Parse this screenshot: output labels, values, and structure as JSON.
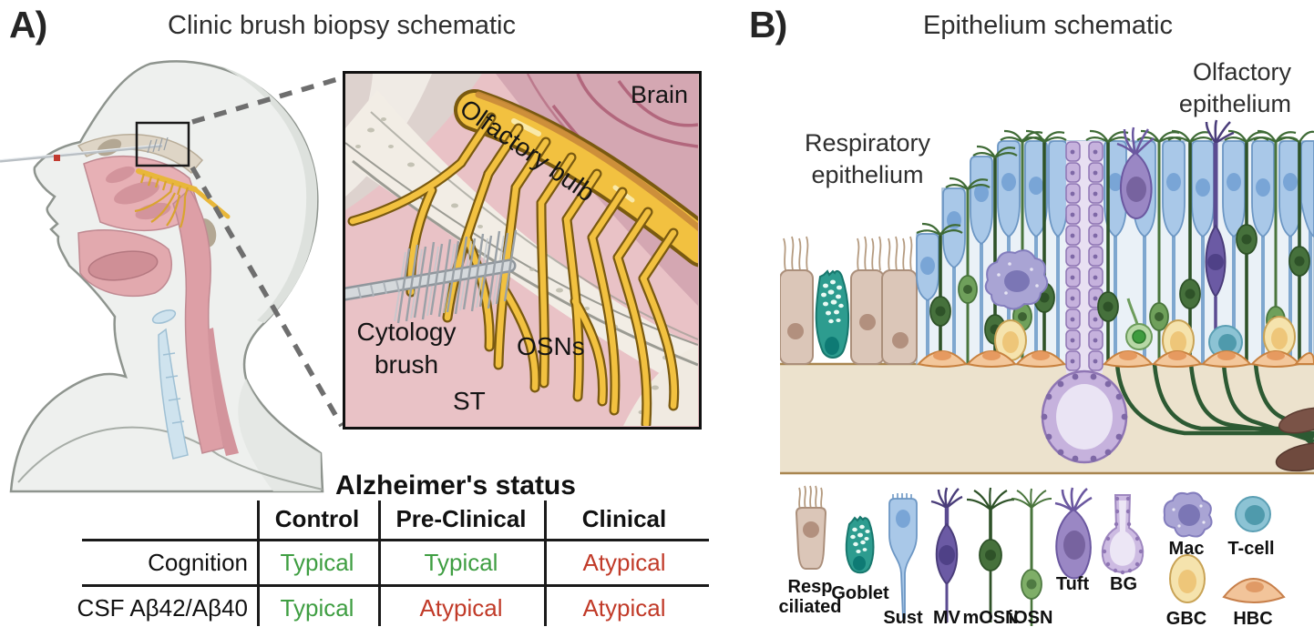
{
  "panelA": {
    "tag": "A)",
    "title": "Clinic brush biopsy schematic",
    "inset": {
      "brain": "Brain",
      "olfactory_bulb": "Olfactory bulb",
      "cytology_brush": "Cytology brush",
      "osns": "OSNs",
      "st": "ST"
    },
    "table": {
      "title": "Alzheimer's status",
      "columns": [
        "Control",
        "Pre-Clinical",
        "Clinical"
      ],
      "rows": [
        {
          "label": "Cognition",
          "values": [
            "Typical",
            "Typical",
            "Atypical"
          ],
          "states": [
            "typical",
            "typical",
            "atypical"
          ]
        },
        {
          "label": "CSF Aβ42/Aβ40",
          "values": [
            "Typical",
            "Atypical",
            "Atypical"
          ],
          "states": [
            "typical",
            "atypical",
            "atypical"
          ]
        }
      ],
      "status_colors": {
        "typical": "#3f9e42",
        "atypical": "#c13a28"
      }
    }
  },
  "panelB": {
    "tag": "B)",
    "title": "Epithelium schematic",
    "regions": {
      "respiratory": "Respiratory epithelium",
      "olfactory": "Olfactory epithelium"
    },
    "legend": [
      {
        "name": "Resp ciliated"
      },
      {
        "name": "Goblet"
      },
      {
        "name": "Sust"
      },
      {
        "name": "MV"
      },
      {
        "name": "mOSN"
      },
      {
        "name": "iOSN"
      },
      {
        "name": "Tuft"
      },
      {
        "name": "BG"
      },
      {
        "name": "Mac"
      },
      {
        "name": "T-cell"
      },
      {
        "name": "GBC"
      },
      {
        "name": "HBC"
      }
    ]
  }
}
